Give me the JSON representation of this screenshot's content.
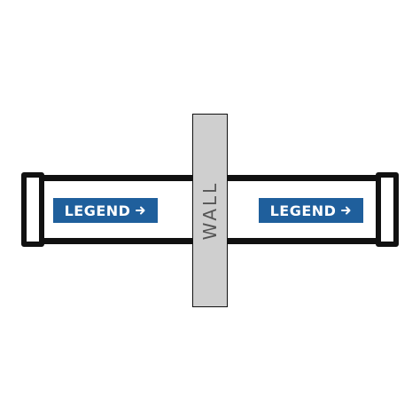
{
  "diagram": {
    "wall_label": "WALL",
    "legend_left": {
      "label": "LEGEND",
      "icon": "arrow-right-icon"
    },
    "legend_right": {
      "label": "LEGEND",
      "icon": "arrow-right-icon"
    },
    "colors": {
      "frame": "#111111",
      "wall_fill": "#cfcfcf",
      "wall_text": "#555555",
      "legend_fill": "#1f5f9c",
      "legend_text": "#ffffff"
    }
  }
}
